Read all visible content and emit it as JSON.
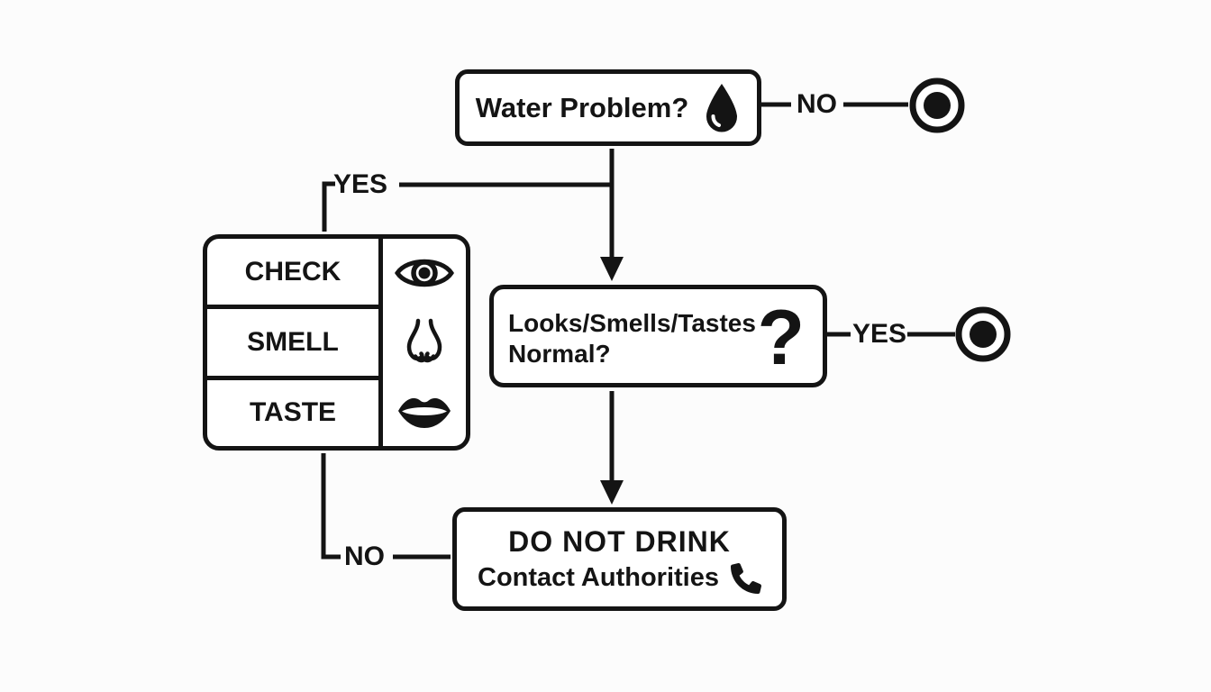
{
  "colors": {
    "ink": "#141414",
    "background": "#fcfcfc",
    "node_fill": "#ffffff"
  },
  "flow": {
    "start": {
      "label": "Water Problem?",
      "icon": "water-drop-icon"
    },
    "start_no": {
      "label": "NO"
    },
    "start_yes": {
      "label": "YES"
    },
    "check_table": {
      "rows": [
        {
          "label": "CHECK",
          "icon": "eye-icon"
        },
        {
          "label": "SMELL",
          "icon": "nose-icon"
        },
        {
          "label": "TASTE",
          "icon": "lips-icon"
        }
      ]
    },
    "normal_question": {
      "line1": "Looks/Smells/Tastes",
      "line2": "Normal?",
      "glyph": "?"
    },
    "normal_yes": {
      "label": "YES"
    },
    "table_no": {
      "label": "NO"
    },
    "do_not_drink": {
      "line1": "DO NOT DRINK",
      "line2": "Contact Authorities",
      "icon": "phone-icon"
    }
  }
}
